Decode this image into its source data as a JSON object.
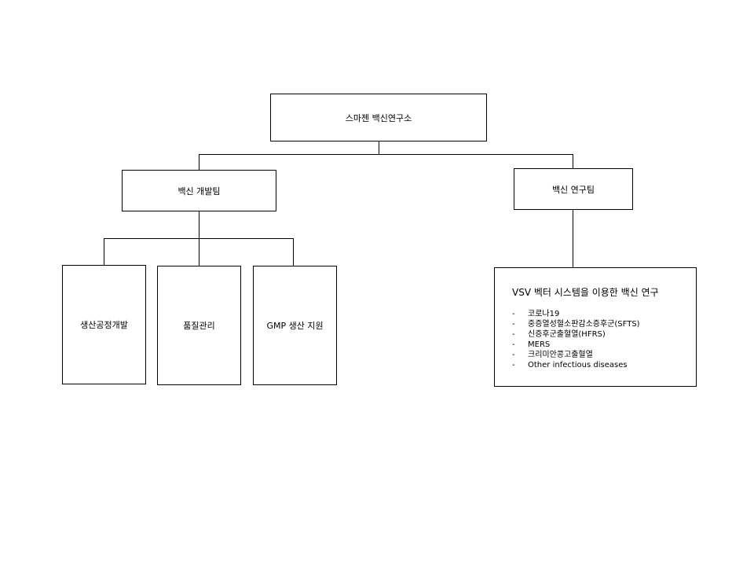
{
  "org_chart": {
    "root": {
      "label": "스마젠 백신연구소"
    },
    "teams": [
      {
        "label": "백신 개발팀",
        "units": [
          {
            "label": "생산공정개발"
          },
          {
            "label": "품질관리"
          },
          {
            "label": "GMP 생산 지원"
          }
        ]
      },
      {
        "label": "백신 연구팀",
        "research": {
          "title": "VSV 벡터 시스템을 이용한 백신 연구",
          "bullet": "-",
          "topics": [
            "코로나19",
            "중증열성혈소판감소증후군(SFTS)",
            "신증후군출혈열(HFRS)",
            "MERS",
            "크리미안콩고출혈열",
            "Other infectious diseases"
          ]
        }
      }
    ]
  },
  "colors": {
    "line": "#000000",
    "box_border": "#000000",
    "background": "#ffffff"
  }
}
